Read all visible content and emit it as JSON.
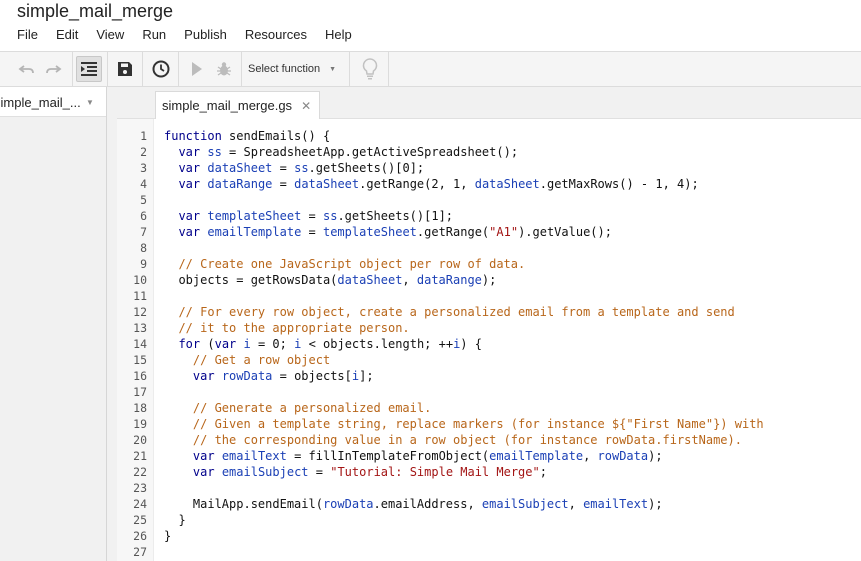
{
  "app": {
    "title": "simple_mail_merge"
  },
  "menu": [
    "File",
    "Edit",
    "View",
    "Run",
    "Publish",
    "Resources",
    "Help"
  ],
  "toolbar": {
    "select_function_label": "Select function"
  },
  "project": {
    "name": "simple_mail_..."
  },
  "tabs": [
    {
      "label": "simple_mail_merge.gs"
    }
  ],
  "icons": {
    "undo": "undo-icon",
    "redo": "redo-icon",
    "indent": "indent-icon",
    "save": "save-icon",
    "triggers": "clock-icon",
    "run": "play-icon",
    "debug": "bug-icon",
    "dropdown": "chevron-down-icon",
    "tips": "lightbulb-icon",
    "close_tab": "close-icon"
  },
  "colors": {
    "keyword": "#00008b",
    "variable": "#1a3fb5",
    "comment": "#b8661a",
    "string": "#a31515"
  },
  "code": {
    "lines": [
      "function sendEmails() {",
      "  var ss = SpreadsheetApp.getActiveSpreadsheet();",
      "  var dataSheet = ss.getSheets()[0];",
      "  var dataRange = dataSheet.getRange(2, 1, dataSheet.getMaxRows() - 1, 4);",
      "",
      "  var templateSheet = ss.getSheets()[1];",
      "  var emailTemplate = templateSheet.getRange(\"A1\").getValue();",
      "",
      "  // Create one JavaScript object per row of data.",
      "  objects = getRowsData(dataSheet, dataRange);",
      "",
      "  // For every row object, create a personalized email from a template and send",
      "  // it to the appropriate person.",
      "  for (var i = 0; i < objects.length; ++i) {",
      "    // Get a row object",
      "    var rowData = objects[i];",
      "",
      "    // Generate a personalized email.",
      "    // Given a template string, replace markers (for instance ${\"First Name\"}) with",
      "    // the corresponding value in a row object (for instance rowData.firstName).",
      "    var emailText = fillInTemplateFromObject(emailTemplate, rowData);",
      "    var emailSubject = \"Tutorial: Simple Mail Merge\";",
      "",
      "    MailApp.sendEmail(rowData.emailAddress, emailSubject, emailText);",
      "  }",
      "}",
      ""
    ]
  }
}
